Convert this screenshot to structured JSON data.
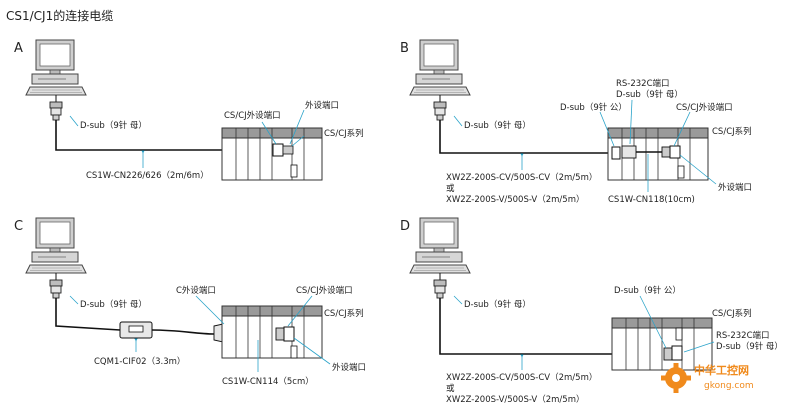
{
  "title": "CS1/CJ1的连接电缆",
  "panels": {
    "A": {
      "letter": "A",
      "dsub": "D-sub（9针 母）",
      "cable": "CS1W-CN226/626（2m/6m）",
      "cs_port": "CS/CJ外设端口",
      "periph": "外设端口",
      "series": "CS/CJ系列"
    },
    "B": {
      "letter": "B",
      "dsub": "D-sub（9针 母）",
      "rs_line1": "RS-232C端口",
      "rs_line2": "D-sub（9针 母）",
      "dsub_male": "D-sub（9针 公）",
      "cs_port": "CS/CJ外设端口",
      "series": "CS/CJ系列",
      "cable1": "XW2Z-200S-CV/500S-CV（2m/5m）",
      "or": "或",
      "cable2": "XW2Z-200S-V/500S-V（2m/5m）",
      "cn118": "CS1W-CN118(10cm)",
      "periph": "外设端口"
    },
    "C": {
      "letter": "C",
      "dsub": "D-sub（9针 母）",
      "c_periph": "C外设端口",
      "cs_port": "CS/CJ外设端口",
      "series": "CS/CJ系列",
      "cqm": "CQM1-CIF02（3.3m）",
      "cn114": "CS1W-CN114（5cm）",
      "periph": "外设端口"
    },
    "D": {
      "letter": "D",
      "dsub": "D-sub（9针 母）",
      "dsub_male": "D-sub（9针 公）",
      "series": "CS/CJ系列",
      "rs_line1": "RS-232C端口",
      "rs_line2": "D-sub（9针 母）",
      "cable1": "XW2Z-200S-CV/500S-CV（2m/5m）",
      "or": "或",
      "cable2": "XW2Z-200S-V/500S-V（2m/5m）"
    }
  },
  "watermark": {
    "brand": "中华工控网",
    "url": "gkong.com"
  },
  "colors": {
    "accent": "#2aa3c9",
    "line": "#111111",
    "plc_head": "#9a9a9a",
    "watermark": "#f08a1c"
  }
}
